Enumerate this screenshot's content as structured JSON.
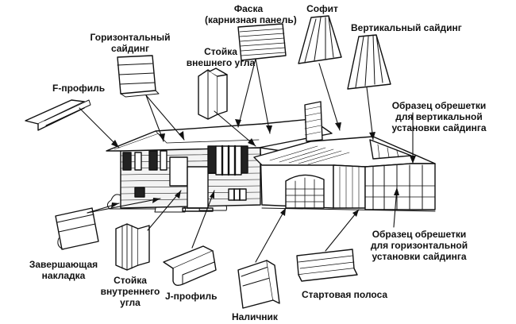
{
  "colors": {
    "ink": "#111111",
    "background": "#ffffff",
    "wall": "#f2f2f2"
  },
  "labels": {
    "fascia": [
      "Фаска",
      "(карнизная панель)"
    ],
    "soffit": [
      "Софит"
    ],
    "vertical_siding": [
      "Вертикальный сайдинг"
    ],
    "horizontal_siding": [
      "Горизонтальный",
      "сайдинг"
    ],
    "outside_corner": [
      "Стойка",
      "внешнего угла"
    ],
    "f_profile": [
      "F-профиль"
    ],
    "vertical_lath_sample": [
      "Образец обрешетки",
      "для вертикальной",
      "установки сайдинга"
    ],
    "horizontal_lath_sample": [
      "Образец обрешетки",
      "для горизонтальной",
      "установки сайдинга"
    ],
    "finishing_trim": [
      "Завершающая",
      "накладка"
    ],
    "inside_corner": [
      "Стойка",
      "внутреннего",
      "угла"
    ],
    "j_profile": [
      "J-профиль"
    ],
    "casing": [
      "Наличник"
    ],
    "starter_strip": [
      "Стартовая полоса"
    ]
  }
}
